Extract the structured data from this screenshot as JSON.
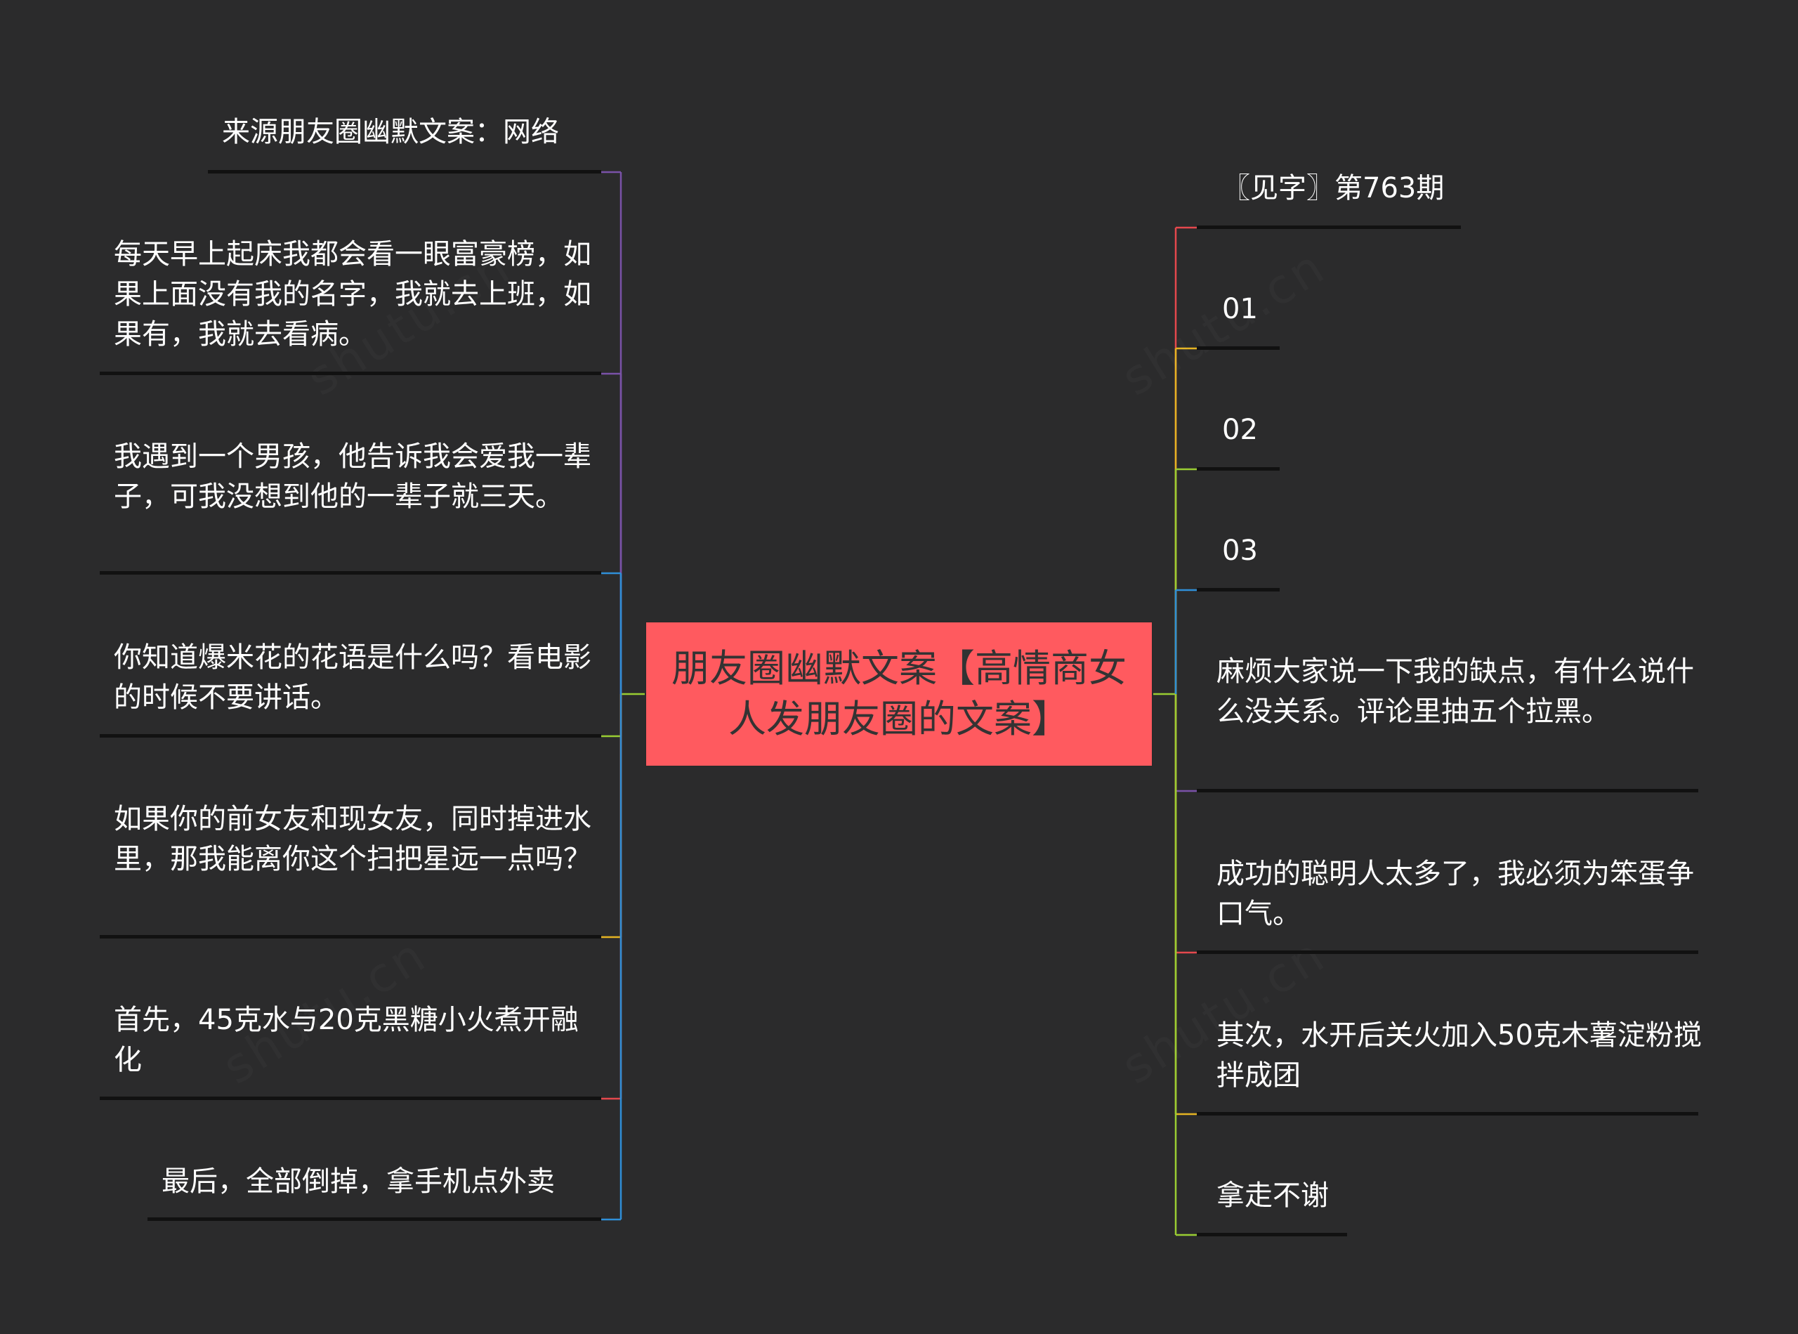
{
  "center": {
    "title": "朋友圈幽默文案【高情商女人发朋友圈的文案】"
  },
  "left_nodes": [
    {
      "text": "来源朋友圈幽默文案：网络",
      "color": "#7a52a8"
    },
    {
      "text": "每天早上起床我都会看一眼富豪榜，如果上面没有我的名字，我就去上班，如果有，我就去看病。",
      "color": "#7a52a8"
    },
    {
      "text": "我遇到一个男孩，他告诉我会爱我一辈子，可我没想到他的一辈子就三天。",
      "color": "#2f8fd8"
    },
    {
      "text": "你知道爆米花的花语是什么吗？看电影的时候不要讲话。",
      "color": "#9acd32"
    },
    {
      "text": "如果你的前女友和现女友，同时掉进水里，那我能离你这个扫把星远一点吗？",
      "color": "#e5b422"
    },
    {
      "text": "首先，45克水与20克黑糖小火煮开融化",
      "color": "#e5484d"
    },
    {
      "text": "最后，全部倒掉，拿手机点外卖",
      "color": "#2f8fd8"
    }
  ],
  "right_nodes": [
    {
      "text": "〖见字〗第763期",
      "color": "#e5484d"
    },
    {
      "text": "01",
      "color": "#e5b422"
    },
    {
      "text": "02",
      "color": "#9acd32"
    },
    {
      "text": "03",
      "color": "#2f8fd8"
    },
    {
      "text": "麻烦大家说一下我的缺点，有什么说什么没关系。评论里抽五个拉黑。",
      "color": "#7a52a8"
    },
    {
      "text": "成功的聪明人太多了，我必须为笨蛋争口气。",
      "color": "#e5484d"
    },
    {
      "text": "其次，水开后关火加入50克木薯淀粉搅拌成团",
      "color": "#e5b422"
    },
    {
      "text": "拿走不谢",
      "color": "#9acd32"
    }
  ],
  "watermark": "shutu.cn"
}
